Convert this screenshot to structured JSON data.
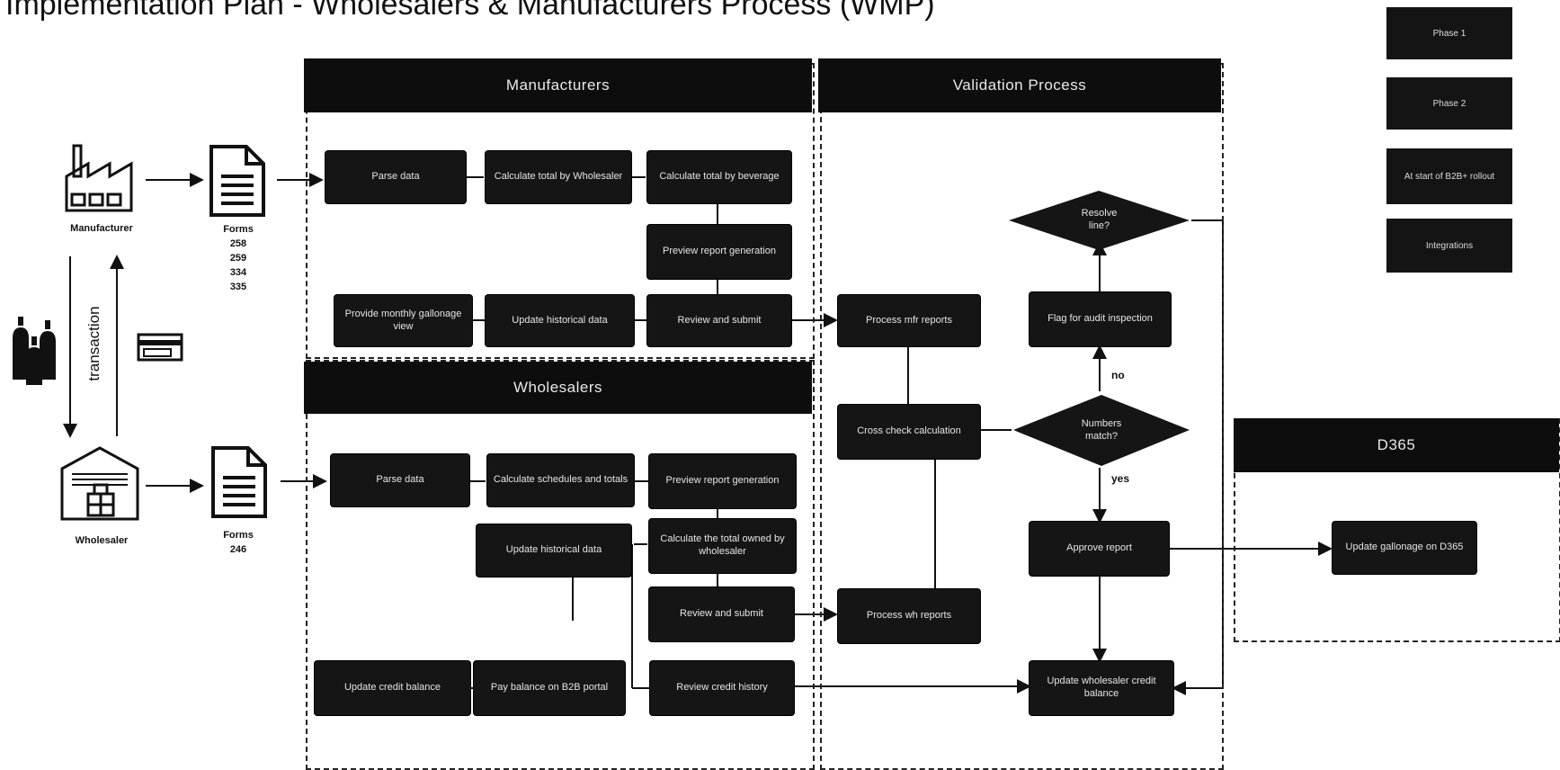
{
  "title": "Implementation Plan - Wholesalers & Manufacturers Process (WMP)",
  "lanes": {
    "manufacturers": "Manufacturers",
    "validation": "Validation Process",
    "wholesalers": "Wholesalers",
    "d365": "D365"
  },
  "legend": [
    "Phase 1",
    "Phase 2",
    "At start of B2B+ rollout",
    "Integrations"
  ],
  "actors": {
    "manufacturer": "Manufacturer",
    "wholesaler": "Wholesaler",
    "transaction": "transaction",
    "forms_mfr": "Forms\n258\n259\n334\n335",
    "forms_wh": "Forms\n246"
  },
  "manufacturer_steps": {
    "parse": "Parse data",
    "calc_wholesaler": "Calculate total by Wholesaler",
    "calc_beverage": "Calculate total by beverage",
    "preview": "Preview report generation",
    "review": "Review and submit",
    "update_hist": "Update historical data",
    "monthly": "Provide monthly gallonage view"
  },
  "wholesaler_steps": {
    "parse": "Parse data",
    "calc_sched": "Calculate schedules and totals",
    "preview": "Preview report generation",
    "calc_owed": "Calculate the total owned by wholesaler",
    "update_hist": "Update historical data",
    "review": "Review and submit",
    "update_credit": "Update credit balance",
    "pay": "Pay balance on B2B portal",
    "view_history": "Review credit history"
  },
  "validation_steps": {
    "mfr_reports": "Process mfr reports",
    "cross_check": "Cross check calculation",
    "wh_reports": "Process wh reports",
    "resolve_diamond": "Resolve\nline?",
    "flag": "Flag for audit inspection",
    "numbers_diamond": "Numbers\nmatch?",
    "approve": "Approve report",
    "update_credit": "Update wholesaler credit balance",
    "no_label": "no",
    "yes_label": "yes"
  },
  "d365_steps": {
    "update_gallonage": "Update gallonage on D365"
  }
}
